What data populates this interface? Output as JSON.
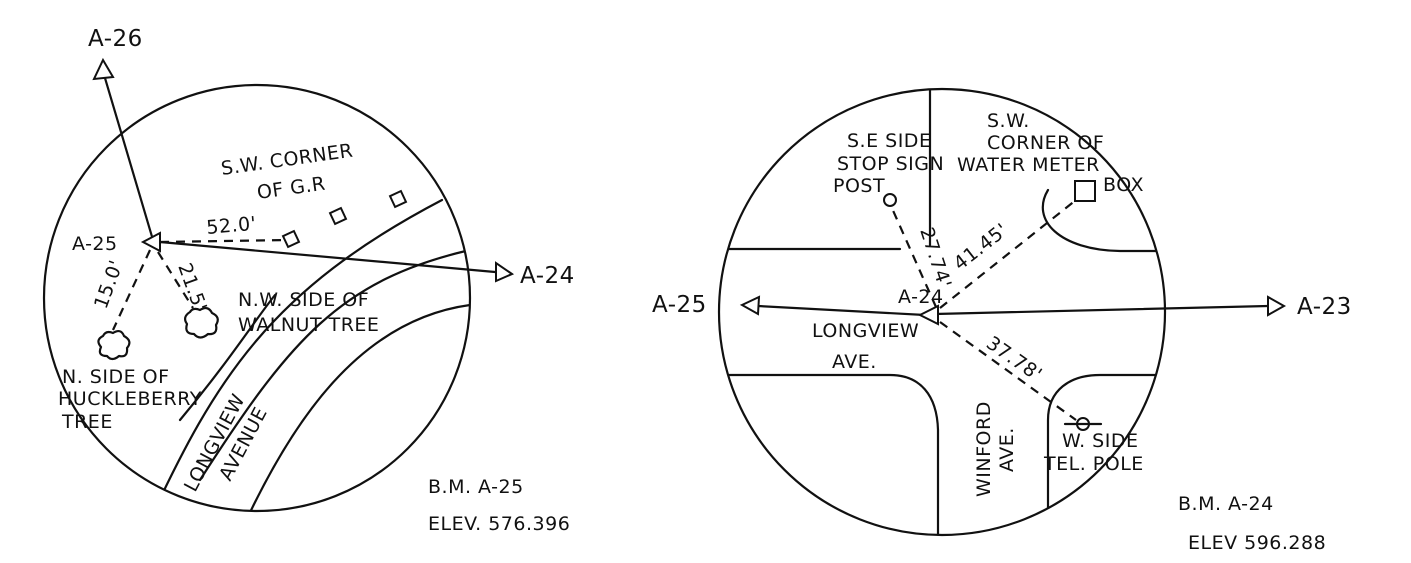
{
  "left": {
    "ref_up": "A-26",
    "ref_right": "A-24",
    "station": "A-25",
    "label_corner_line1": "S.W. CORNER",
    "label_corner_line2": "OF G.R",
    "dist_corner": "52.0'",
    "dist_huckleberry": "15.0'",
    "dist_walnut": "21.5'",
    "label_walnut_line1": "N.W. SIDE OF",
    "label_walnut_line2": "WALNUT TREE",
    "label_huck_line1": "N. SIDE OF",
    "label_huck_line2": "HUCKLEBERRY",
    "label_huck_line3": "TREE",
    "street_line1": "LONGVIEW",
    "street_line2": "AVENUE",
    "bm": "B.M. A-25",
    "elev": "ELEV. 576.396"
  },
  "right": {
    "ref_left": "A-25",
    "ref_right": "A-23",
    "station": "A-24",
    "label_stop_line1": "S.E SIDE",
    "label_stop_line2": "STOP SIGN",
    "label_stop_line3": "POST",
    "label_meter_line1": "S.W.",
    "label_meter_line2": "CORNER OF",
    "label_meter_line3": "WATER METER",
    "label_meter_line4": "BOX",
    "dist_stop": "27.74'",
    "dist_meter": "41.45'",
    "dist_pole": "37.78'",
    "street_longview_line1": "LONGVIEW",
    "street_longview_line2": "AVE.",
    "street_winford_line1": "WINFORD",
    "street_winford_line2": "AVE.",
    "label_pole_line1": "W. SIDE",
    "label_pole_line2": "TEL. POLE",
    "bm": "B.M. A-24",
    "elev": "ELEV 596.288"
  }
}
